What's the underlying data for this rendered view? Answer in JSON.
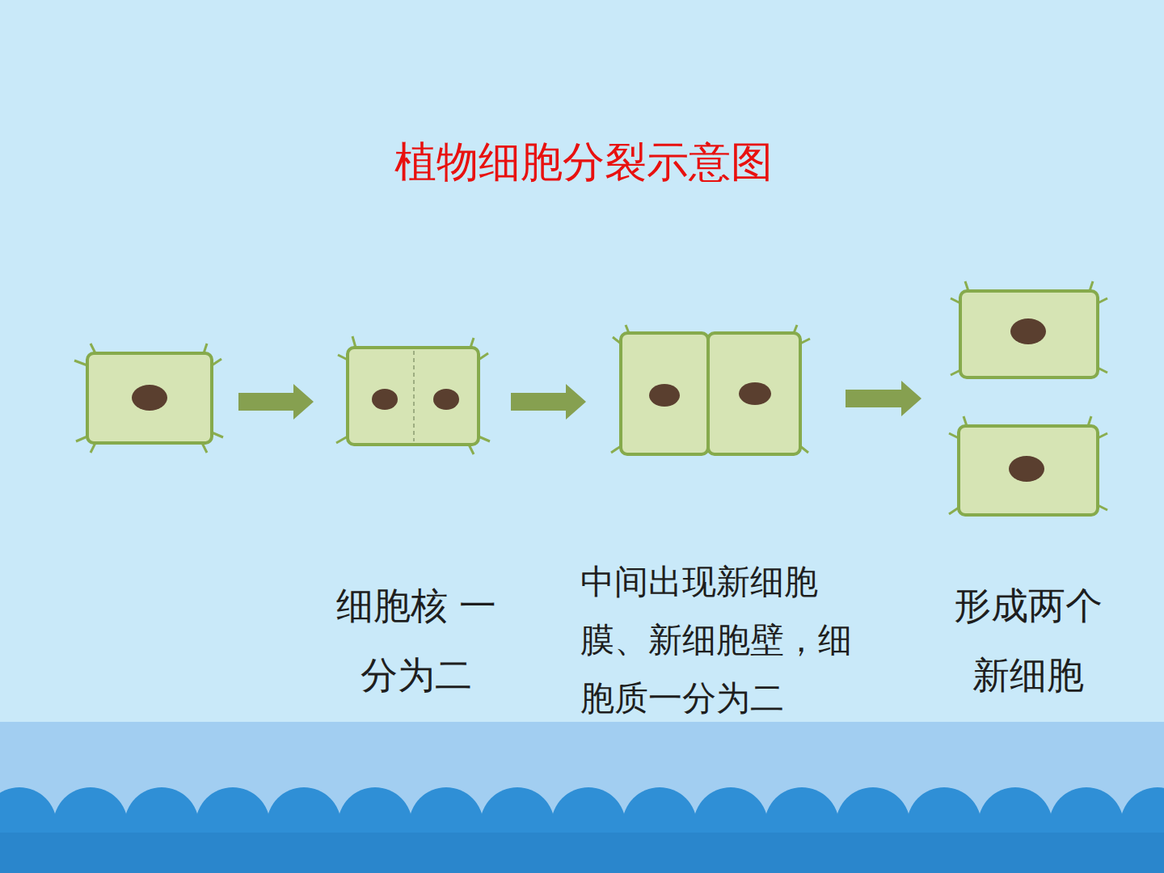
{
  "diagram": {
    "title": "植物细胞分裂示意图",
    "labels": [
      "细胞核 一分为二",
      "中间出现新细胞膜、新细胞壁，细胞质一分为二",
      "形成两个 新细胞"
    ]
  }
}
